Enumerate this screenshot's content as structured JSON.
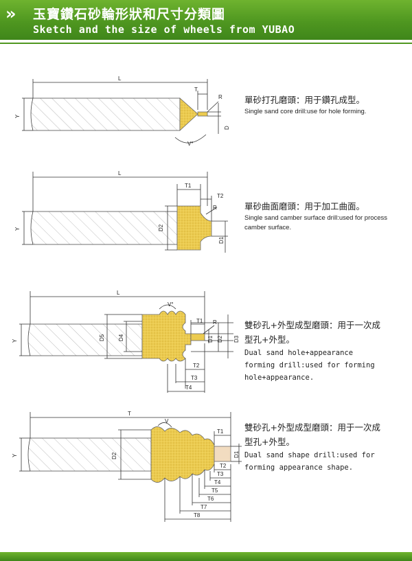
{
  "header": {
    "chevrons": "»",
    "title_zh": "玉寶鑽石砂輪形狀和尺寸分類圖",
    "title_en": "Sketch and the size of wheels from YUBAO",
    "color": "#4f9720"
  },
  "colors": {
    "abrasive": "#ecc94b",
    "hatch": "#b9b9b9",
    "line": "#333333"
  },
  "items": [
    {
      "title_zh": "單砂打孔磨頭：用于鑽孔成型。",
      "desc_en": "Single sand core drill:use for hole forming.",
      "labels": {
        "L": "L",
        "T": "T",
        "R": "R",
        "Y": "Y",
        "D": "D",
        "V": "V°"
      }
    },
    {
      "title_zh": "單砂曲面磨頭：用于加工曲面。",
      "desc_en": "Single sand camber surface drill:used for process camber surface.",
      "labels": {
        "L": "L",
        "T1": "T1",
        "T2": "T2",
        "R": "R",
        "Y": "Y",
        "D2": "D2",
        "D1": "D1"
      }
    },
    {
      "title_zh": "雙砂孔+外型成型磨頭：用于一次成型孔+外型。",
      "desc_en": "Dual sand hole+appearance forming drill:used for forming hole+appearance.",
      "labels": {
        "L": "L",
        "V": "V°",
        "T1": "T1",
        "R": "R",
        "Y": "Y",
        "D5": "D5",
        "D4": "D4",
        "D1": "D1",
        "D2": "D2",
        "D3": "D3",
        "T2": "T2",
        "T3": "T3",
        "T4": "T4"
      }
    },
    {
      "title_zh": "雙砂孔+外型成型磨頭：用于一次成型孔+外型。",
      "desc_en": "Dual sand shape drill:used for forming appearance shape.",
      "labels": {
        "T": "T",
        "V": "V",
        "T1": "T1",
        "Y": "Y",
        "D2": "D2",
        "D1": "D1",
        "T2": "T2",
        "T3": "T3",
        "T4": "T4",
        "T5": "T5",
        "T6": "T6",
        "T7": "T7",
        "T8": "T8"
      }
    }
  ]
}
